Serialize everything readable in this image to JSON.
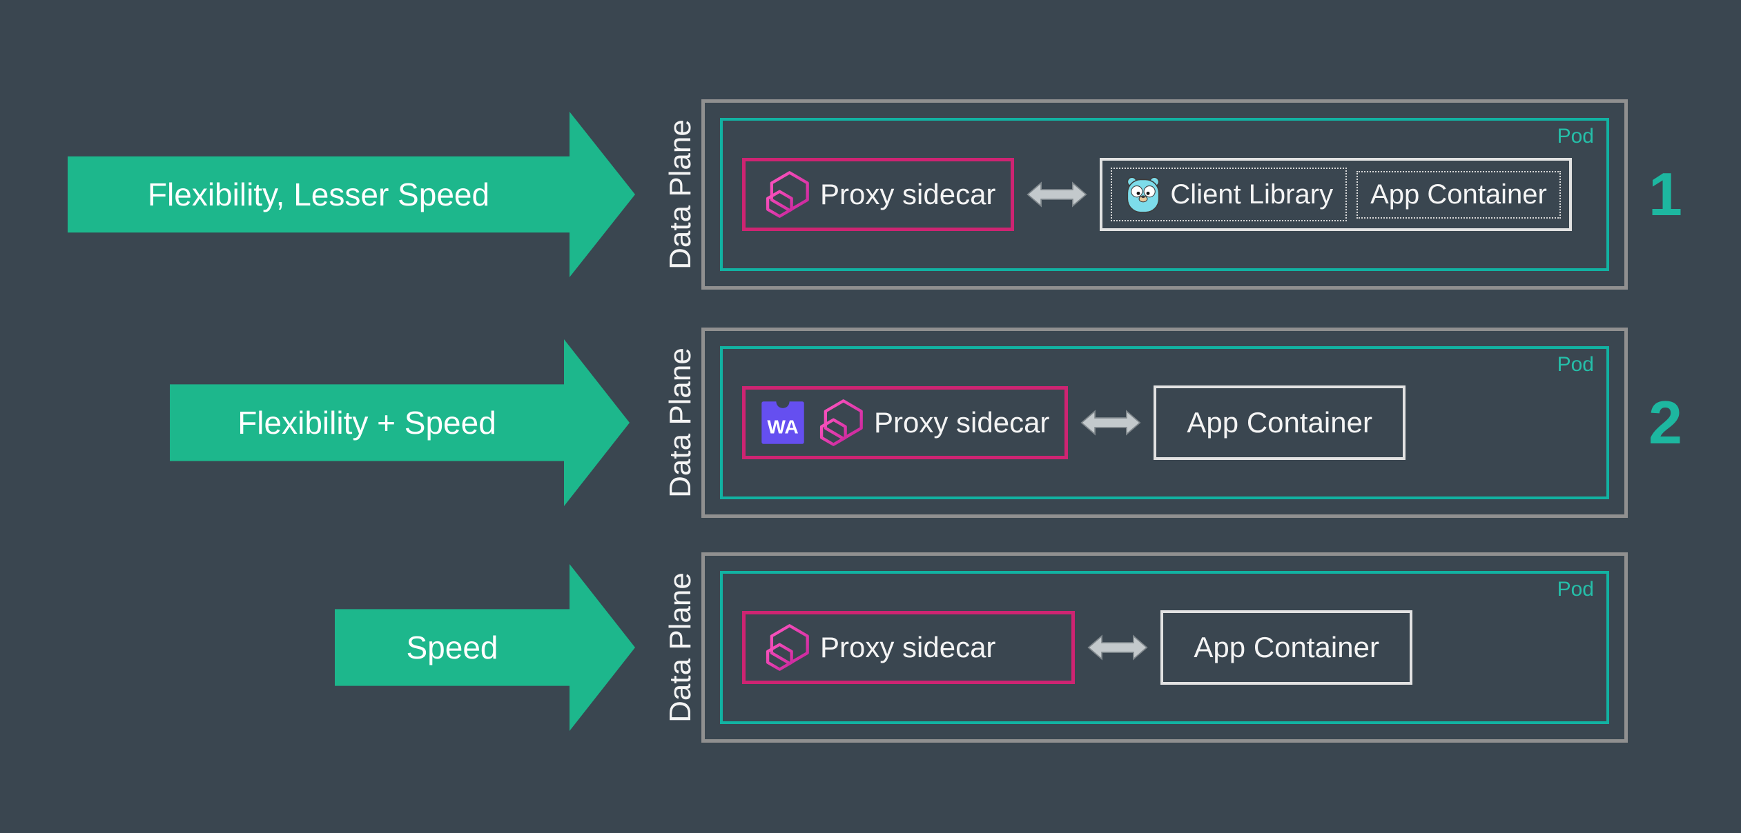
{
  "colors": {
    "background": "#3a4650",
    "arrow": "#1db78c",
    "pod_border": "#12b2a2",
    "proxy_border": "#ce2472",
    "container_border": "#e2e2e2",
    "number": "#1db7a0",
    "wasm_badge": "#654ff0",
    "text": "#f4f4f4"
  },
  "icons": {
    "proxy": "envoy-hexagon-icon",
    "client_library": "go-gopher-icon",
    "wasm_text": "WA",
    "connector": "double-headed-arrow-icon"
  },
  "rows": [
    {
      "arrow_label": "Flexibility, Lesser Speed",
      "data_plane": "Data Plane",
      "pod": "Pod",
      "proxy": "Proxy sidecar",
      "client_library": "Client Library",
      "app_container": "App Container",
      "number": "1"
    },
    {
      "arrow_label": "Flexibility + Speed",
      "data_plane": "Data Plane",
      "pod": "Pod",
      "proxy": "Proxy sidecar",
      "app_container": "App Container",
      "number": "2"
    },
    {
      "arrow_label": "Speed",
      "data_plane": "Data Plane",
      "pod": "Pod",
      "proxy": "Proxy sidecar",
      "app_container": "App Container",
      "number": ""
    }
  ]
}
